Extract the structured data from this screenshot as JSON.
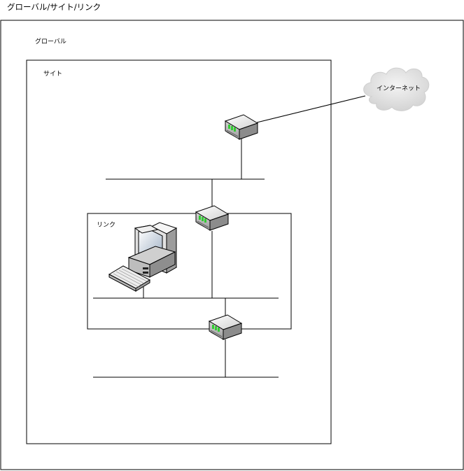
{
  "title": "グローバル/サイト/リンク",
  "zones": {
    "global_label": "グローバル",
    "site_label": "サイト",
    "link_label": "リンク"
  },
  "cloud": {
    "label": "インターネット"
  },
  "icons": {
    "router": "router-icon",
    "computer": "desktop-computer-icon",
    "cloud": "cloud-icon"
  },
  "colors": {
    "line": "#000000",
    "router_body": "#e8e8e8",
    "router_leds": "#33cc33",
    "cloud_fill": "#e6e6e6"
  }
}
